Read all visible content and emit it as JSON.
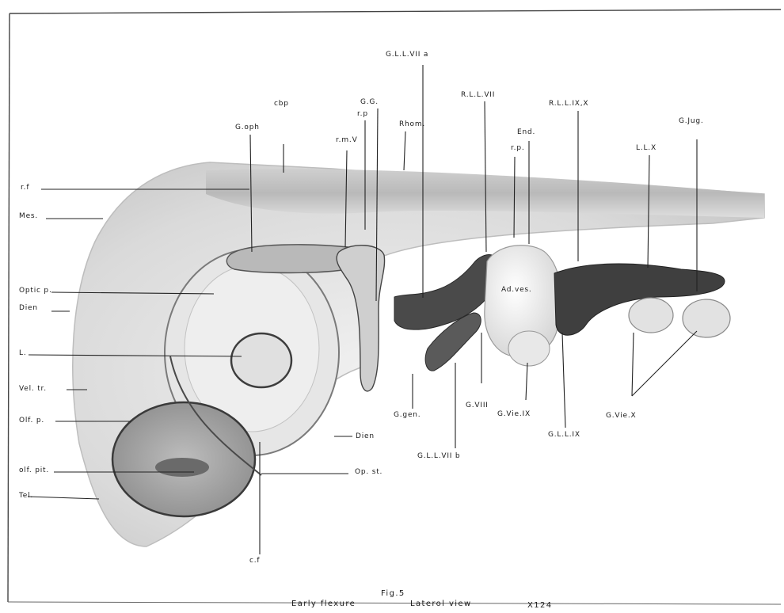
{
  "caption": {
    "figure": "Fig.5",
    "title": "Early flexure",
    "view": "Laterol view",
    "magnification": "X124"
  },
  "labels": {
    "g_ll_vii_a": "G.L.L.VII a",
    "g_g": "G.G.",
    "cbp": "cbp",
    "r_p_1": "r.p",
    "rhom": "Rhom.",
    "r_ll_vii": "R.L.L.VII",
    "end": "End.",
    "r_ll_ix_x": "R.L.L.IX,X",
    "g_jug": "G.Jug.",
    "g_oph": "G.oph",
    "rm_v": "r.m.V",
    "r_p_2": "r.p.",
    "ll_x": "L.L.X",
    "rf": "r.f",
    "mes": "Mes.",
    "optic_p": "Optic p.",
    "dien_left": "Dien",
    "ad_ves": "Ad.ves.",
    "l": "L.",
    "vel_tr": "Vel. tr.",
    "olf_p": "Olf. p.",
    "g_gen": "G.gen.",
    "g_viii": "G.VIII",
    "g_vie_ix": "G.Vie.IX",
    "g_ll_ix": "G.L.L.IX",
    "g_vie_x": "G.Vie.X",
    "dien_right": "Dien",
    "g_ll_vii_b": "G.L.L.VII b",
    "olf_pit": "olf. pit.",
    "op_st": "Op. st.",
    "tel": "Tel.",
    "c_f": "c.f"
  }
}
